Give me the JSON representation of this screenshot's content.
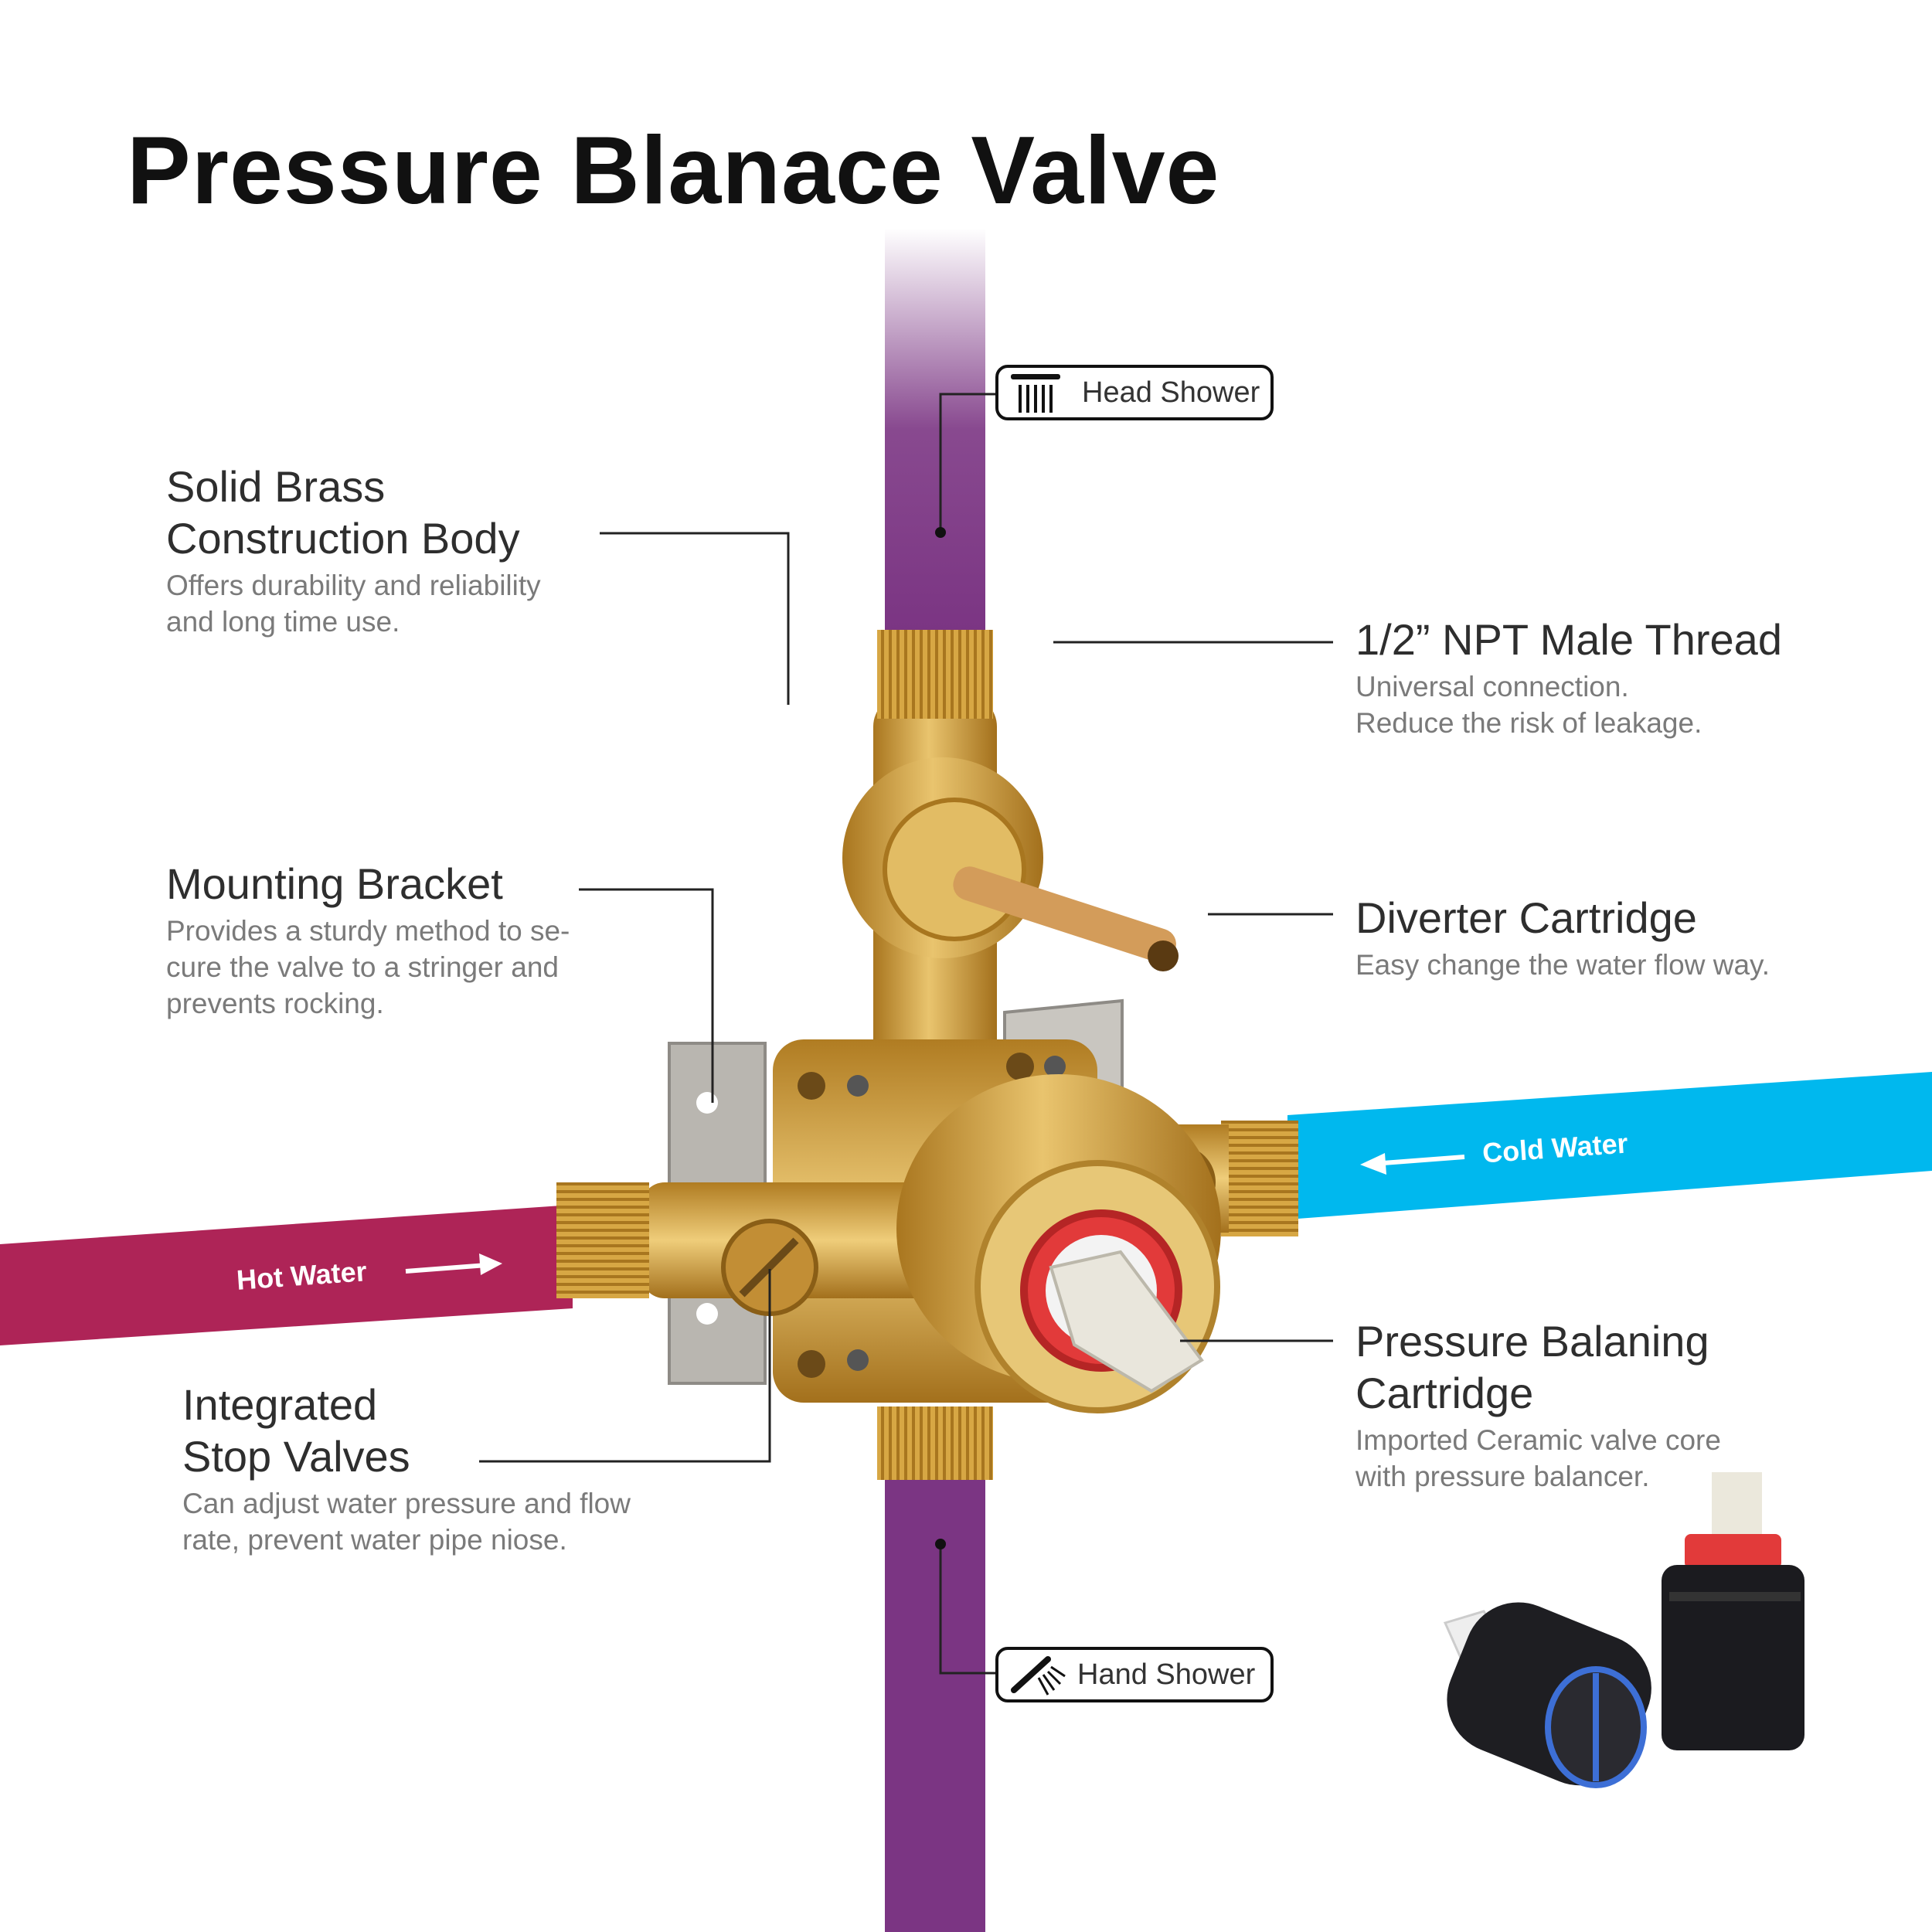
{
  "title": "Pressure Blanace Valve",
  "colors": {
    "hot": "#ae2457",
    "cold": "#00b8ee",
    "pipe": "#7b3583",
    "brass": "#c99a3a"
  },
  "features": [
    {
      "heading_lines": [
        "Solid Brass",
        "Construction Body"
      ],
      "desc_lines": [
        "Offers durability and reliability",
        "and long time use."
      ]
    },
    {
      "heading_lines": [
        "1/2” NPT Male Thread"
      ],
      "desc_lines": [
        "Universal connection.",
        "Reduce the risk of leakage."
      ]
    },
    {
      "heading_lines": [
        "Mounting Bracket"
      ],
      "desc_lines": [
        "Provides a sturdy method to se-",
        "cure the valve to a stringer and",
        "prevents rocking."
      ]
    },
    {
      "heading_lines": [
        "Diverter Cartridge"
      ],
      "desc_lines": [
        "Easy change the water flow way."
      ]
    },
    {
      "heading_lines": [
        "Integrated",
        "Stop Valves"
      ],
      "desc_lines": [
        "Can adjust water pressure and flow",
        "rate, prevent water pipe niose."
      ]
    },
    {
      "heading_lines": [
        "Pressure Balaning",
        "Cartridge"
      ],
      "desc_lines": [
        "Imported Ceramic valve core",
        "with pressure balancer."
      ]
    }
  ],
  "outlets": {
    "head_shower": "Head Shower",
    "hand_shower": "Hand Shower"
  },
  "inlets": {
    "hot_water": "Hot Water",
    "cold_water": "Cold Water"
  }
}
